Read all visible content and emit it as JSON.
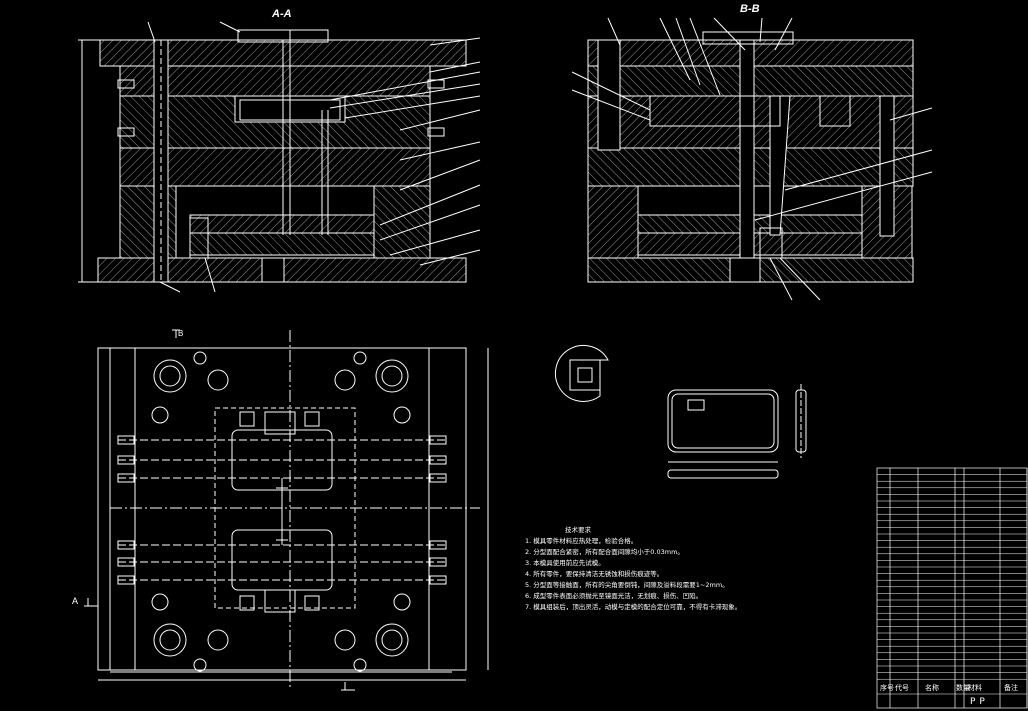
{
  "sections": {
    "aa_title": "A-A",
    "bb_title": "B-B",
    "a_mark": "A",
    "b_mark": "B"
  },
  "notes": {
    "heading": "技术要求",
    "lines": [
      "1. 模具零件材料应热处理，检验合格。",
      "2. 分型面配合紧密，所有配合面间隙均小于0.03mm。",
      "3. 本模具使用前应先试模。",
      "4. 所有零件，要保持清洁无锈蚀和损伤痕迹等。",
      "5. 分型面等接触面，所有的尖角要倒钝，间隙及溢料段需要1~2mm。",
      "6. 成型零件表面必须抛光至镜面光洁，无划痕、损伤、凹陷。",
      "7. 模具组装后，顶出灵活，动模与定模的配合定位可靠，不得有卡滞现象。"
    ]
  },
  "title_block": {
    "headers": [
      "序号",
      "代号",
      "名称",
      "数量",
      "材料",
      "备注"
    ],
    "material": "PP"
  },
  "colors": {
    "line": "#ffffff",
    "hatch": "#c8c8c8",
    "background": "#000000"
  }
}
